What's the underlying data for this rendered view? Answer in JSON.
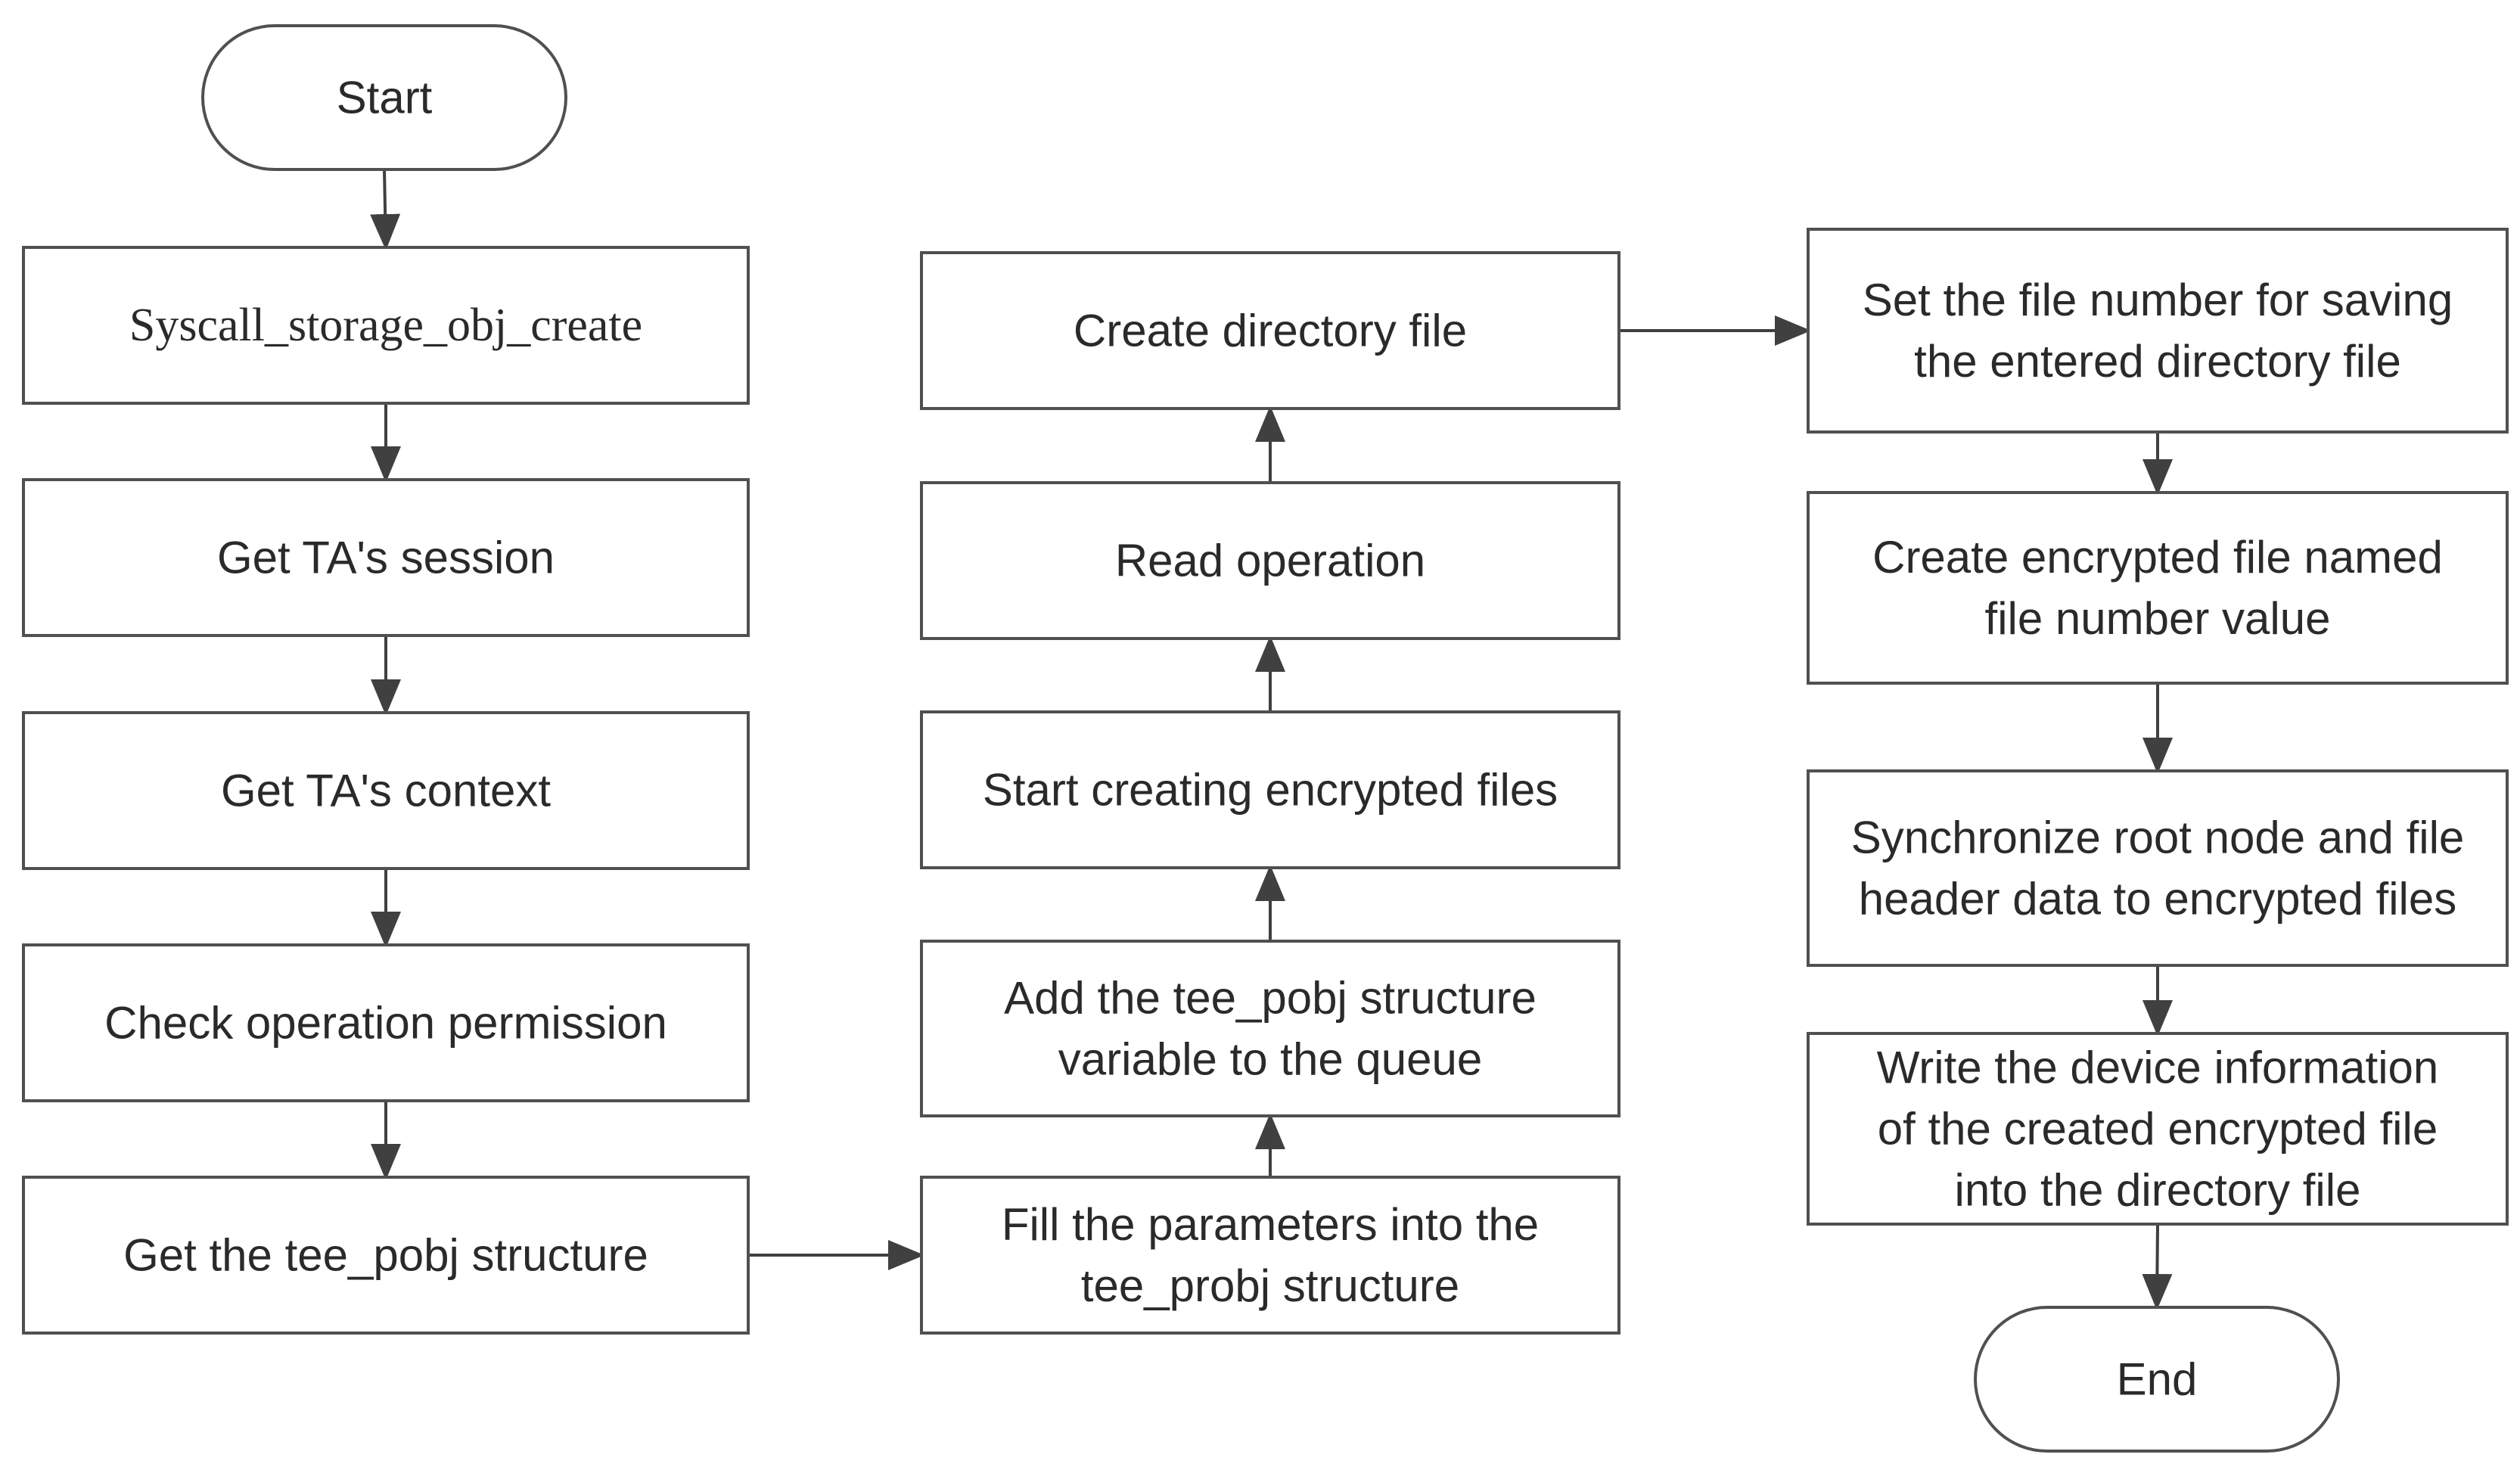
{
  "diagram": {
    "nodes": [
      {
        "id": "start",
        "shape": "terminal",
        "lines": [
          "Start"
        ]
      },
      {
        "id": "syscall",
        "shape": "process",
        "lines": [
          "Syscall_storage_obj_create"
        ]
      },
      {
        "id": "session",
        "shape": "process",
        "lines": [
          "Get TA's session"
        ]
      },
      {
        "id": "context",
        "shape": "process",
        "lines": [
          "Get TA's context"
        ]
      },
      {
        "id": "permission",
        "shape": "process",
        "lines": [
          "Check operation permission"
        ]
      },
      {
        "id": "pobj",
        "shape": "process",
        "lines": [
          "Get the tee_pobj structure"
        ]
      },
      {
        "id": "fill",
        "shape": "process",
        "lines": [
          "Fill the parameters into the",
          "tee_probj structure"
        ]
      },
      {
        "id": "queue",
        "shape": "process",
        "lines": [
          "Add the tee_pobj structure",
          "variable to the queue"
        ]
      },
      {
        "id": "startenc",
        "shape": "process",
        "lines": [
          "Start creating encrypted files"
        ]
      },
      {
        "id": "read",
        "shape": "process",
        "lines": [
          "Read operation"
        ]
      },
      {
        "id": "dir",
        "shape": "process",
        "lines": [
          "Create directory file"
        ]
      },
      {
        "id": "setnum",
        "shape": "process",
        "lines": [
          "Set the file number for saving",
          "the entered directory file"
        ]
      },
      {
        "id": "createenc",
        "shape": "process",
        "lines": [
          "Create encrypted file named",
          "file number value"
        ]
      },
      {
        "id": "sync",
        "shape": "process",
        "lines": [
          "Synchronize root node and file",
          "header data to encrypted files"
        ]
      },
      {
        "id": "write",
        "shape": "process",
        "lines": [
          "Write the device information",
          "of the created encrypted file",
          "into the directory file"
        ]
      },
      {
        "id": "end",
        "shape": "terminal",
        "lines": [
          "End"
        ]
      }
    ],
    "edges": [
      {
        "from": "start",
        "to": "syscall"
      },
      {
        "from": "syscall",
        "to": "session"
      },
      {
        "from": "session",
        "to": "context"
      },
      {
        "from": "context",
        "to": "permission"
      },
      {
        "from": "permission",
        "to": "pobj"
      },
      {
        "from": "pobj",
        "to": "fill"
      },
      {
        "from": "fill",
        "to": "queue"
      },
      {
        "from": "queue",
        "to": "startenc"
      },
      {
        "from": "startenc",
        "to": "read"
      },
      {
        "from": "read",
        "to": "dir"
      },
      {
        "from": "dir",
        "to": "setnum"
      },
      {
        "from": "setnum",
        "to": "createenc"
      },
      {
        "from": "createenc",
        "to": "sync"
      },
      {
        "from": "sync",
        "to": "write"
      },
      {
        "from": "write",
        "to": "end"
      }
    ],
    "colors": {
      "stroke": "#505050",
      "arrow": "#404040",
      "text": "#2a2a2a",
      "background": "#ffffff"
    }
  }
}
